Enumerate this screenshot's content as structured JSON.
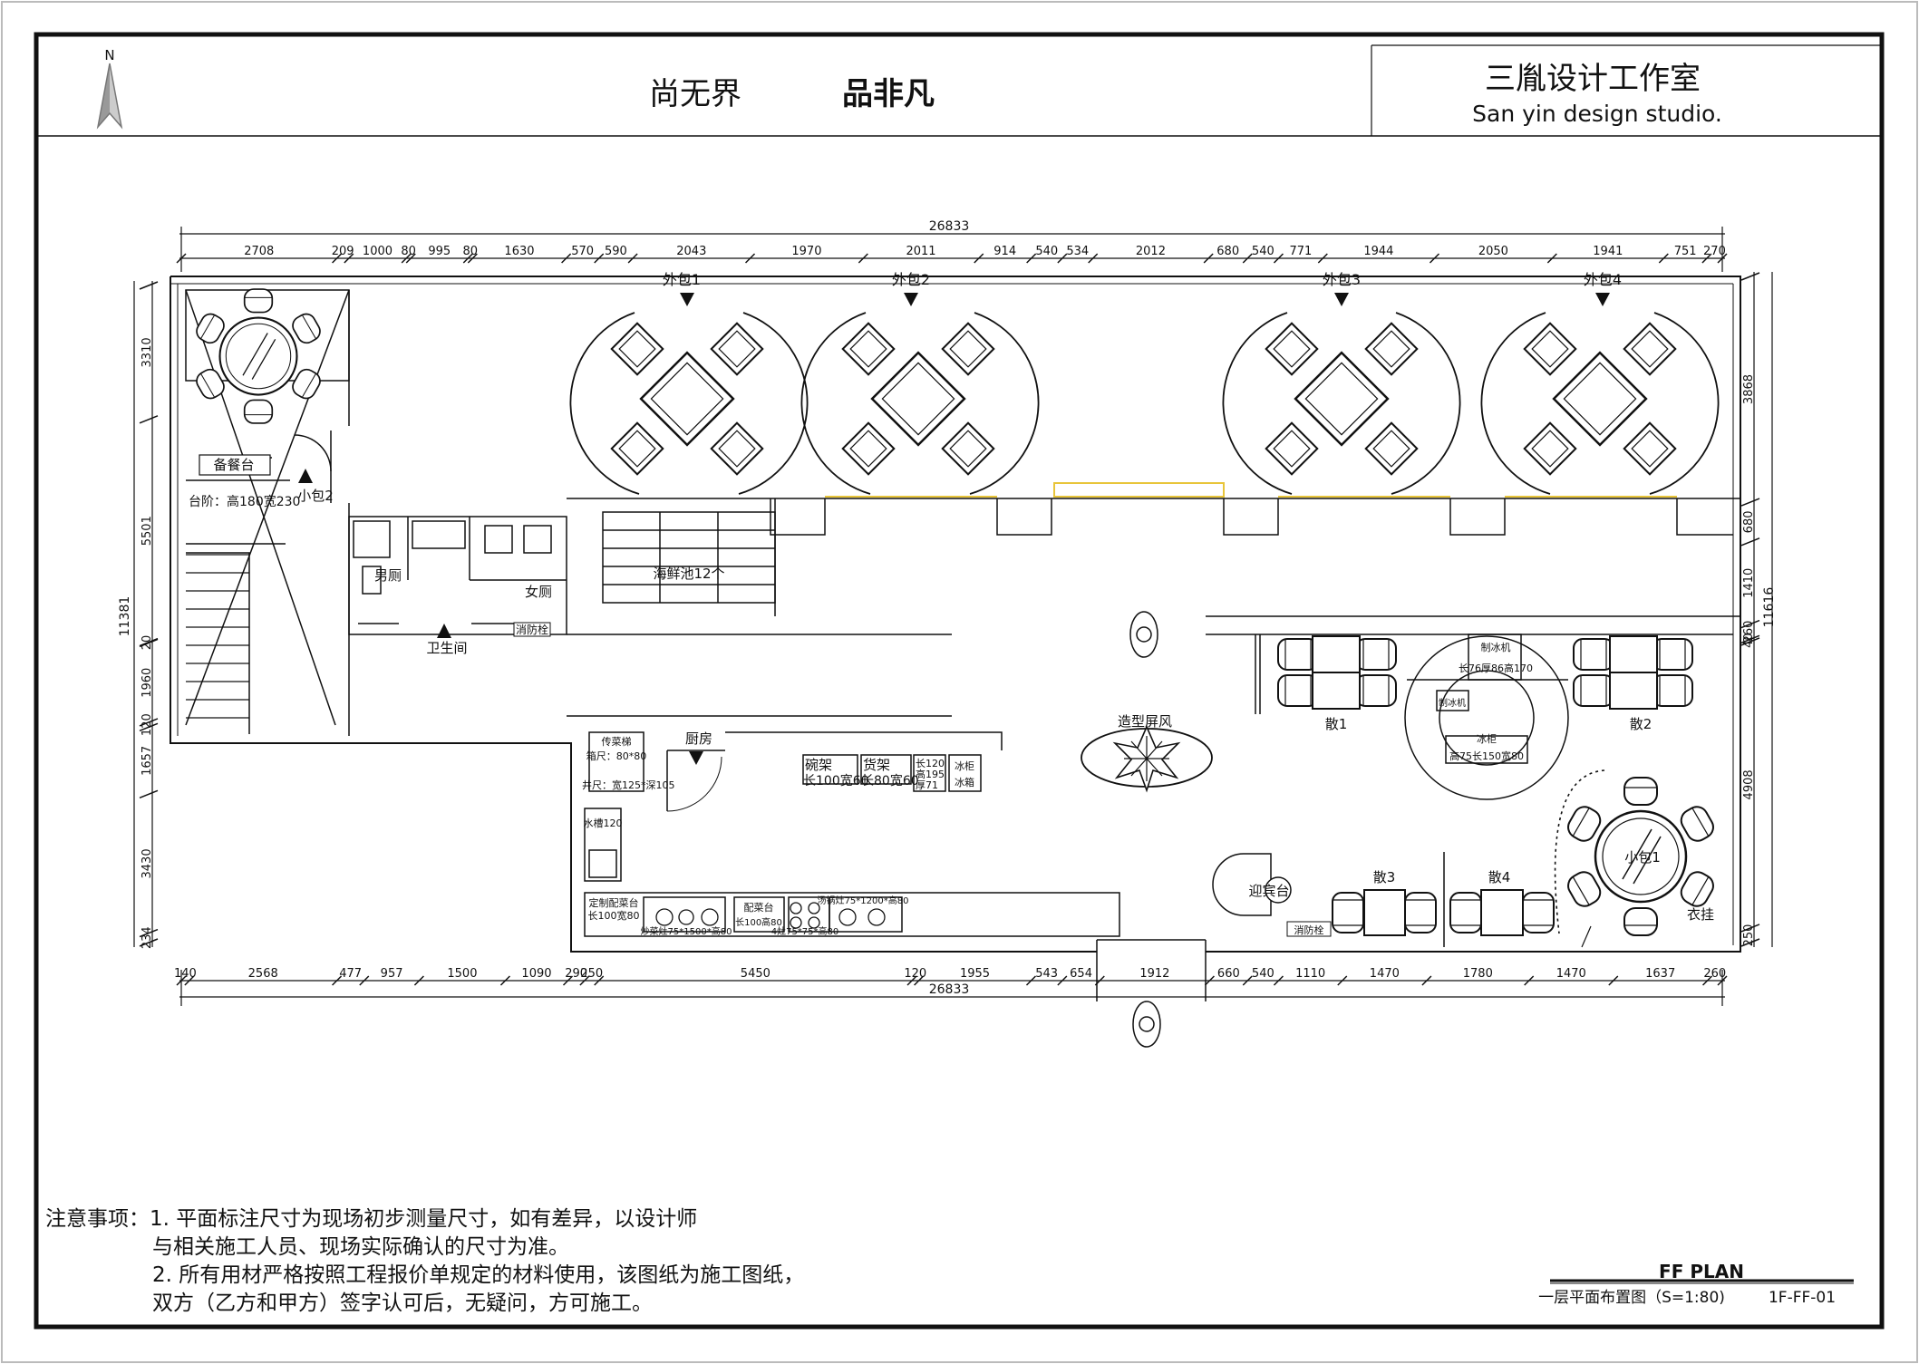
{
  "header": {
    "slogan_left": "尚无界",
    "slogan_right": "品非凡",
    "studio_cn": "三胤设计工作室",
    "studio_en": "San yin design studio.",
    "north": "N"
  },
  "dims_top": {
    "total": "26833",
    "segments": [
      "2708",
      "209",
      "1000",
      "80",
      "995",
      "80",
      "1630",
      "570",
      "590",
      "2043",
      "1970",
      "2011",
      "914",
      "540",
      "534",
      "2012",
      "680",
      "540",
      "771",
      "1944",
      "2050",
      "1941",
      "751",
      "270"
    ]
  },
  "dims_bottom": {
    "total": "26833",
    "segments": [
      "140",
      "2568",
      "477",
      "957",
      "1500",
      "1090",
      "290",
      "250",
      "5450",
      "120",
      "1955",
      "543",
      "654",
      "1912",
      "660",
      "540",
      "1110",
      "1470",
      "1780",
      "1470",
      "1637",
      "260"
    ]
  },
  "dims_left": {
    "total": "11381",
    "segments": [
      "3310",
      "5501",
      "20",
      "1960",
      "120",
      "1657",
      "3430",
      "234"
    ]
  },
  "dims_right": {
    "total": "11616",
    "segments": [
      "3868",
      "680",
      "1410",
      "260",
      "40",
      "4908",
      "250"
    ]
  },
  "rooms": {
    "private_rooms": [
      "外包1",
      "外包2",
      "外包3",
      "外包4"
    ],
    "small_room_2": "小包2",
    "serving_table": "备餐台",
    "steps": "台阶：高180宽230",
    "mens": "男厕",
    "womens": "女厕",
    "toilet": "卫生间",
    "hydrant_1": "消防栓",
    "seafood_pool": "海鲜池12个",
    "kitchen": "厨房",
    "dumbwaiter": "传菜梯",
    "dumbwaiter_size": "箱尺：80*80",
    "shaft_size": "井尺：宽125*深105",
    "bowl_rack": "碗架",
    "bowl_rack_size": "长100宽60",
    "shelf": "货架",
    "shelf_size": "长80宽60",
    "fridge_size_1": "长120",
    "fridge_size_2": "高195",
    "fridge_size_3": "厚71",
    "freezer_1": "冰柜",
    "freezer_2": "冰箱",
    "sink": "水槽120",
    "prep_table": "定制配菜台",
    "prep_table_size": "长100宽80",
    "wok_stove": "炒菜灶75*1500*高80",
    "dish_table": "配菜台",
    "dish_table_size": "长100高80",
    "four_burner": "4灶75*75*高80",
    "soup_stove": "汤锅灶75*1200*高80",
    "screen": "造型屏风",
    "ice_maker_1": "制冰机",
    "ice_maker_size": "长76厚86高170",
    "ice_maker_2": "制冰机",
    "ice_cabinet": "冰柜",
    "ice_cabinet_size": "高75长150宽80",
    "hall_1": "散1",
    "hall_2": "散2",
    "hall_3": "散3",
    "hall_4": "散4",
    "small_room_1": "小包1",
    "reception": "迎宾台",
    "hydrant_2": "消防栓",
    "coat_rack": "衣挂"
  },
  "notes": {
    "title": "注意事项：",
    "line1": "1. 平面标注尺寸为现场初步测量尺寸，如有差异，以设计师",
    "line2": "与相关施工人员、现场实际确认的尺寸为准。",
    "line3": "2. 所有用材严格按照工程报价单规定的材料使用，该图纸为施工图纸，",
    "line4": "双方（乙方和甲方）签字认可后，无疑问，方可施工。"
  },
  "title_block": {
    "plan_en": "FF  PLAN",
    "plan_cn": "一层平面布置图（S=1:80)",
    "sheet_no": "1F-FF-01"
  },
  "colors": {
    "line": "#111111",
    "highlight": "#e8c53a",
    "page_bg": "#ffffff"
  }
}
